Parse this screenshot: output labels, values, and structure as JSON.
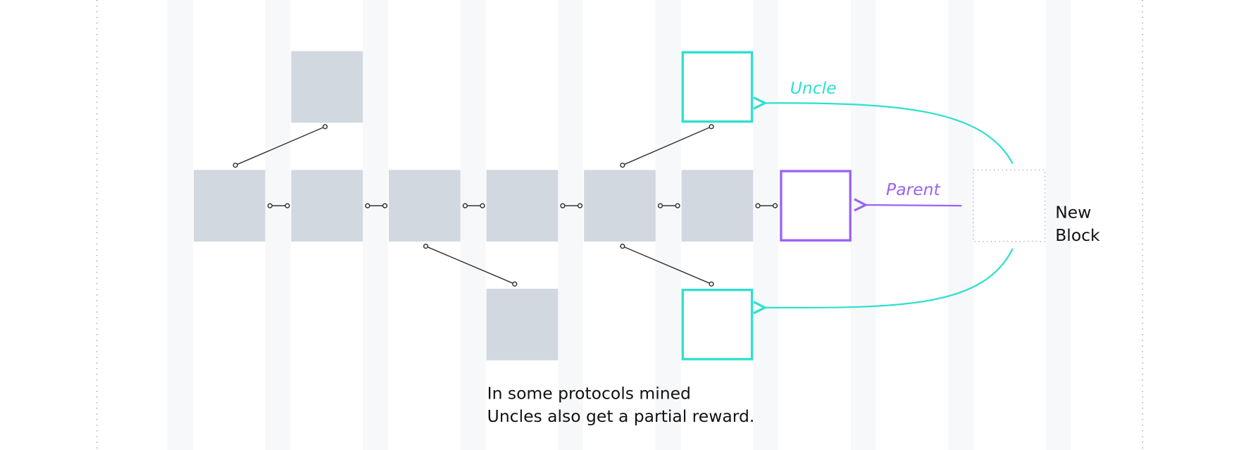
{
  "labels": {
    "uncle": "Uncle",
    "parent": "Parent",
    "new_block_line1": "New",
    "new_block_line2": "Block"
  },
  "caption": {
    "line1": "In some protocols mined",
    "line2": "Uncles also get a partial reward."
  },
  "colors": {
    "uncle": "#2ee0cf",
    "parent": "#9b63f5",
    "block": "#d2d8e0",
    "connector": "#333333",
    "band": "#f7f8fa"
  }
}
